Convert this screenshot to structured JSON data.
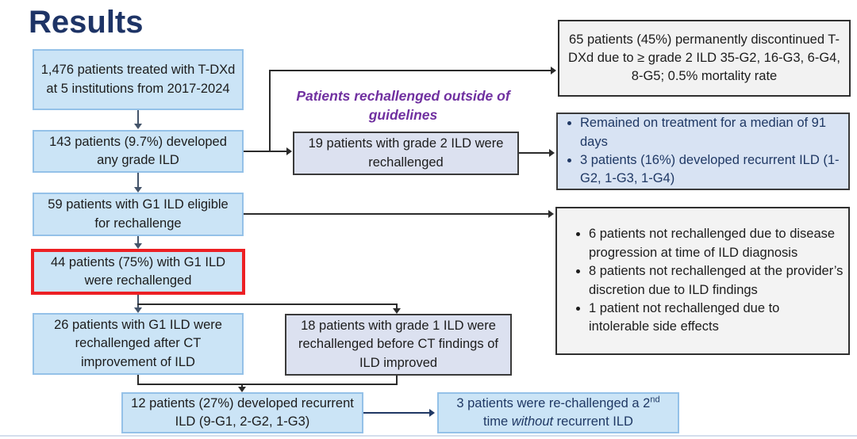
{
  "title": "Results",
  "flowchart": {
    "treated": "1,476 patients treated with T-DXd at 5 institutions from 2017-2024",
    "developed_ild": "143 patients (9.7%) developed any grade ILD",
    "eligible": "59 patients with G1 ILD eligible for rechallenge",
    "rechallenged_g1": "44 patients (75%) with G1 ILD were rechallenged",
    "rechallenged_after_ct": "26 patients with G1 ILD were rechallenged after CT improvement of ILD",
    "grade2_rechallenged": "19 patients with grade 2 ILD were rechallenged",
    "rechallenged_before_ct": "18 patients with grade 1 ILD were rechallenged before CT findings of ILD improved",
    "recurrent_ild": "12 patients (27%) developed recurrent ILD (9-G1, 2-G2, 1-G3)",
    "outside_guidelines_label": "Patients rechallenged outside of guidelines",
    "second_rechallenge": {
      "pre": "3 patients were re-challenged a 2",
      "sup": "nd",
      "mid": " time ",
      "em": "without",
      "post": " recurrent ILD"
    }
  },
  "side_panels": {
    "discontinued": "65 patients (45%) permanently discontinued T-DXd due to ≥ grade 2 ILD 35-G2, 16-G3, 6-G4, 8-G5; 0.5% mortality rate",
    "grade2_outcomes": [
      "Remained on treatment for a median of 91 days",
      "3 patients (16%) developed recurrent ILD (1-G2, 1-G3, 1-G4)"
    ],
    "not_rechallenged_reasons": [
      "6 patients not rechallenged due to disease progression at time of ILD diagnosis",
      "8 patients not rechallenged at the provider’s discretion due to ILD findings",
      "1 patient not rechallenged due to intolerable side effects"
    ]
  },
  "colors": {
    "title_navy": "#1E3466",
    "box_blue_fill": "#CBE4F6",
    "box_blue_border": "#94C1E8",
    "box_lavender_fill": "#DCE1F0",
    "box_gray_fill": "#F2F2F2",
    "dark_border": "#2F2F2F",
    "navy_text": "#1F3864",
    "purple_label": "#7030A0",
    "highlight_red": "#EC2024",
    "arrow_dark": "#2B2B2B",
    "arrow_slate": "#44546A",
    "arrow_navy": "#203864"
  }
}
